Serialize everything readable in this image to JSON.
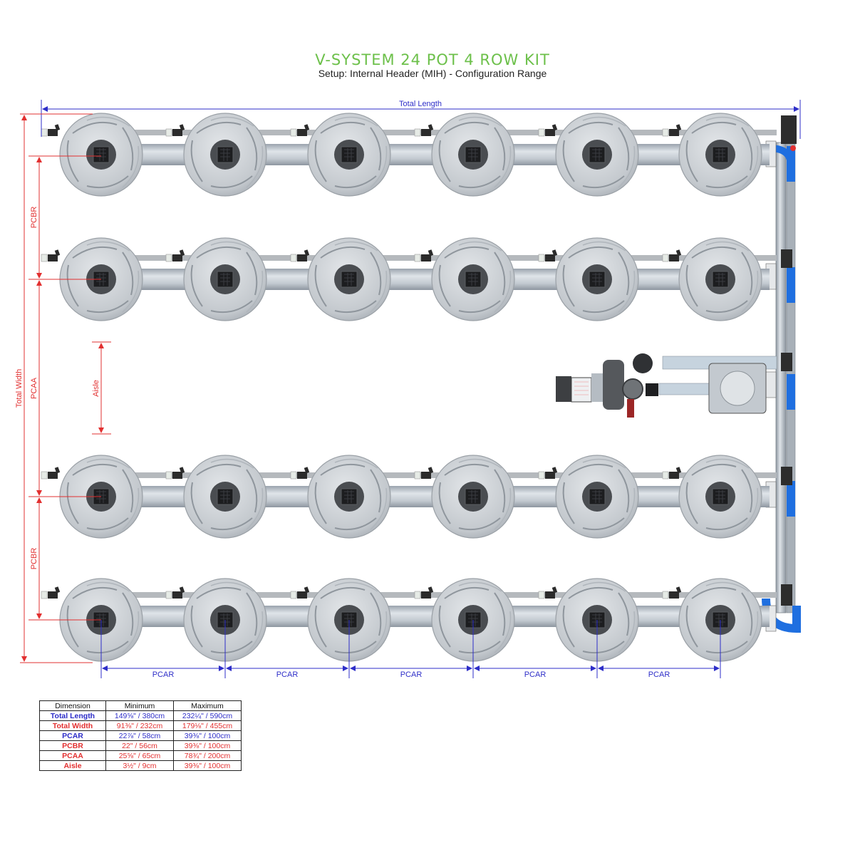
{
  "header": {
    "title": "V-SYSTEM 24 POT 4 ROW KIT",
    "subtitle": "Setup: Internal Header (MIH) - Configuration Range"
  },
  "colors": {
    "title_green": "#6cc04a",
    "dimension_blue": "#2e2ec8",
    "dimension_red": "#e23030",
    "pipe_blue": "#1f6fe0",
    "pot_gray": "#c9cdd2"
  },
  "diagram": {
    "rows": 4,
    "pots_per_row": 6,
    "total_pots": 24,
    "labels": {
      "total_length": "Total Length",
      "total_width": "Total Width",
      "pcbr_top": "PCBR",
      "pcaa": "PCAA",
      "aisle": "Aisle",
      "pcbr_bottom": "PCBR",
      "pcar": [
        "PCAR",
        "PCAR",
        "PCAR",
        "PCAR",
        "PCAR"
      ]
    },
    "components": [
      "pot",
      "feed-line",
      "return-pipe",
      "internal-header",
      "pump",
      "reservoir",
      "valve",
      "filter"
    ]
  },
  "table": {
    "headers": [
      "Dimension",
      "Minimum",
      "Maximum"
    ],
    "rows": [
      {
        "name": "Total Length",
        "min": "149⅝\" / 380cm",
        "max": "232¼\" / 590cm",
        "color": "blue"
      },
      {
        "name": "Total Width",
        "min": "91⅜\" / 232cm",
        "max": "179⅛\" / 455cm",
        "color": "red"
      },
      {
        "name": "PCAR",
        "min": "22⅞\" / 58cm",
        "max": "39⅜\" / 100cm",
        "color": "blue"
      },
      {
        "name": "PCBR",
        "min": "22\" / 56cm",
        "max": "39⅜\" / 100cm",
        "color": "red"
      },
      {
        "name": "PCAA",
        "min": "25⅝\" / 65cm",
        "max": "78¾\" / 200cm",
        "color": "red"
      },
      {
        "name": "Aisle",
        "min": "3½\" / 9cm",
        "max": "39⅜\" / 100cm",
        "color": "red"
      }
    ]
  }
}
